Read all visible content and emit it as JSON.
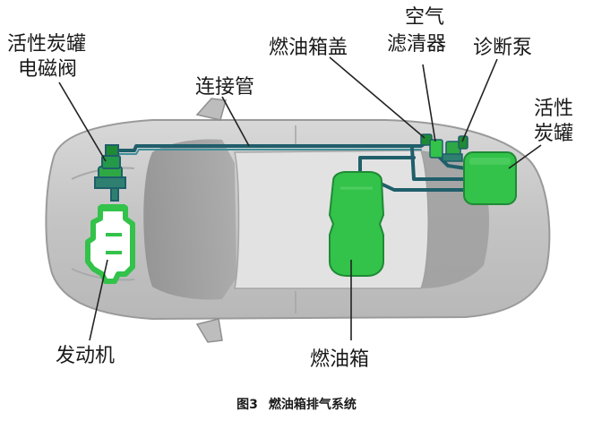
{
  "labels": {
    "canister_solenoid": [
      "活性炭罐",
      "电磁阀"
    ],
    "connecting_pipe": "连接管",
    "fuel_cap": "燃油箱盖",
    "air_filter": [
      "空气",
      "滤清器"
    ],
    "diagnostic_pump": "诊断泵",
    "canister": [
      "活性",
      "炭罐"
    ],
    "engine": "发动机",
    "fuel_tank": "燃油箱"
  },
  "caption": {
    "number": "图3",
    "title": "燃油箱排气系统"
  },
  "colors": {
    "component_green": "#33c24a",
    "component_dark": "#1f8a35",
    "pipe": "#1f5f6a",
    "car_body": "#c9c9c9",
    "car_shadow": "#9a9a9a",
    "leader": "#222222"
  }
}
